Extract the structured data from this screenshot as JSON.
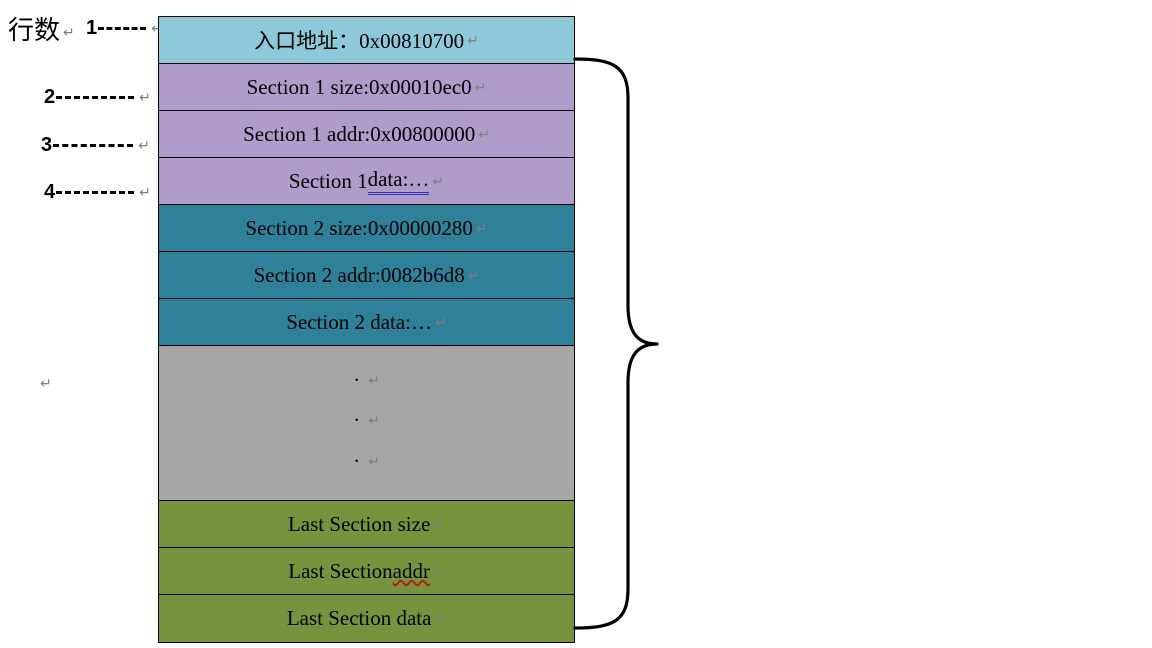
{
  "legend": {
    "title": "行数",
    "pilcrow": "↵",
    "markers": [
      {
        "number": "1",
        "pilcrow": "↵"
      },
      {
        "number": "2",
        "pilcrow": "↵"
      },
      {
        "number": "3",
        "pilcrow": "↵"
      },
      {
        "number": "4",
        "pilcrow": "↵"
      }
    ],
    "stray_pilcrow": "↵"
  },
  "colors": {
    "entry": "#8ec9da",
    "section1": "#af9cc8",
    "section2": "#2e8198",
    "ellipsis": "#a6a6a6",
    "last_section": "#76943e",
    "border": "#000000",
    "blue_underline": "#2b36c8",
    "red_squiggle": "#b02418",
    "pilcrow": "#808080"
  },
  "stack": {
    "rows": [
      {
        "label": "入口地址：0x00810700",
        "pilcrow": "↵",
        "color_key": "entry",
        "mark": "none"
      },
      {
        "label": "Section 1 size:0x00010ec0",
        "pilcrow": "↵",
        "color_key": "section1",
        "mark": "none"
      },
      {
        "label": "Section 1 addr:0x00800000",
        "pilcrow": "↵",
        "color_key": "section1",
        "mark": "none"
      },
      {
        "label_plain": "Section 1 ",
        "label_marked": "data:…",
        "pilcrow": "↵",
        "color_key": "section1",
        "mark": "blue-double-underline"
      },
      {
        "label": "Section 2 size:0x00000280",
        "pilcrow": "↵",
        "color_key": "section2",
        "mark": "none"
      },
      {
        "label": "Section 2 addr:0082b6d8",
        "pilcrow": "↵",
        "color_key": "section2",
        "mark": "none"
      },
      {
        "label": "Section 2 data:…",
        "pilcrow": "↵",
        "color_key": "section2",
        "mark": "none"
      },
      {
        "label": "",
        "color_key": "ellipsis",
        "mark": "none",
        "dots": [
          {
            "dot": "·",
            "pilcrow": "↵"
          },
          {
            "dot": "·",
            "pilcrow": "↵"
          },
          {
            "dot": "·",
            "pilcrow": "↵"
          }
        ]
      },
      {
        "label": "Last Section size",
        "pilcrow": "↵",
        "color_key": "last_section",
        "mark": "none"
      },
      {
        "label_plain": "Last Section ",
        "label_marked": "addr",
        "pilcrow": "↵",
        "color_key": "last_section",
        "mark": "red-squiggle"
      },
      {
        "label": "Last Section data",
        "pilcrow": "↵",
        "color_key": "last_section",
        "mark": "none"
      }
    ]
  },
  "brace": {
    "name": "right-curly-brace",
    "spans_rows": "Section 1 size .. Last Section data"
  }
}
